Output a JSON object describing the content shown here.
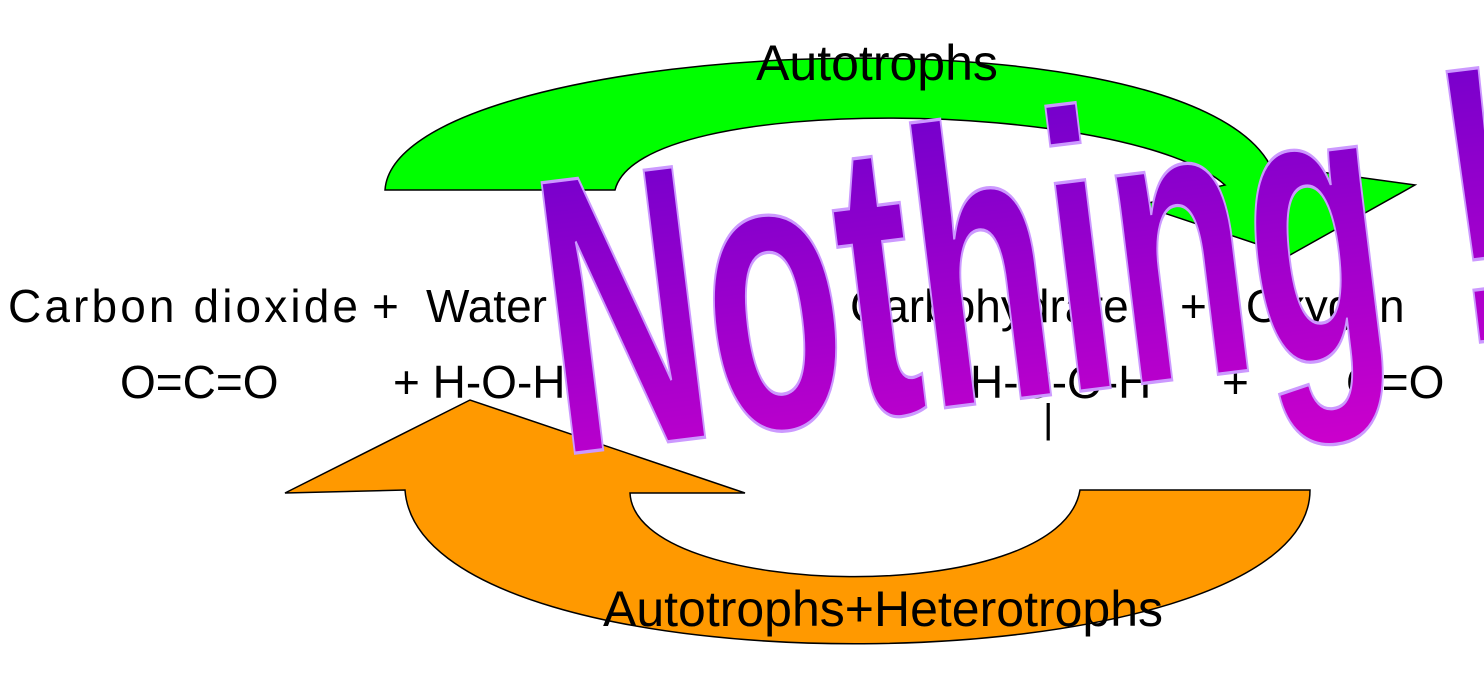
{
  "diagram": {
    "top_arrow_label": "Autotrophs",
    "bottom_arrow_label": "Autotrophs+Heterotrophs",
    "equation_words": {
      "reactant_1": "Carbon dioxide",
      "plus_1": "+",
      "reactant_2": "Water",
      "product_1": "Carbohydrate",
      "plus_2": "+",
      "product_2": "Oxygen"
    },
    "equation_formulas": {
      "reactant_1": "O=C=O",
      "reactant_2": "+ H-O-H",
      "product_1": "H-C-O-H",
      "plus_2": "+",
      "product_2": "O=O",
      "bond_mark": "|"
    },
    "overlay_text": "Nothing !",
    "colors": {
      "top_arrow": "#00ff00",
      "bottom_arrow": "#ff9900",
      "wordart_top": "#6600cc",
      "wordart_bottom": "#cc00cc",
      "wordart_outline": "#cc99ff",
      "text": "#000000"
    }
  }
}
